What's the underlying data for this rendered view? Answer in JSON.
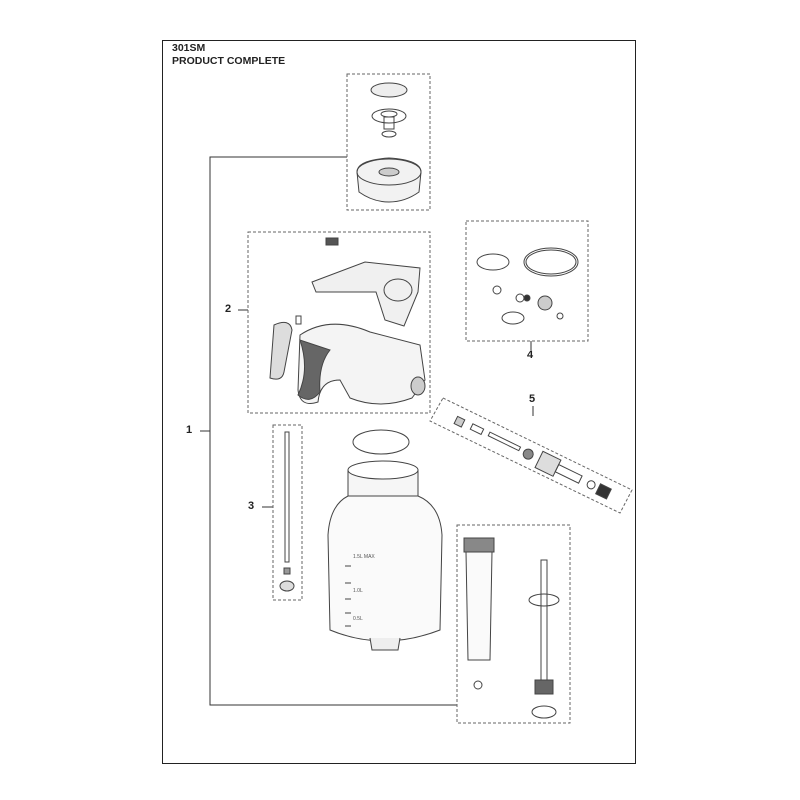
{
  "header": {
    "model": "301SM",
    "subtitle": "PRODUCT COMPLETE"
  },
  "callouts": [
    "1",
    "2",
    "3",
    "4",
    "5"
  ],
  "bottle_markings": [
    "1.5L MAX",
    "1.0L",
    "0.5L"
  ]
}
